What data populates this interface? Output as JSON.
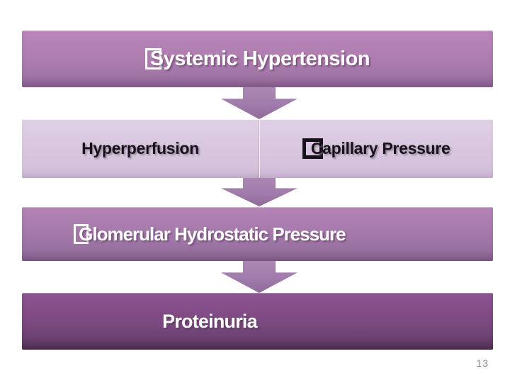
{
  "slide": {
    "type": "presentation-slide",
    "background_color": "#ffffff",
    "page_number": "13"
  },
  "flowchart": {
    "connector": "down-arrow",
    "boxes": [
      {
        "label": "Systemic Hypertension",
        "missing_glyph_prefix": true,
        "style": "medium-purple",
        "text_color": "#ffffff"
      },
      {
        "style": "light-lavender",
        "text_color": "#17121a",
        "items": [
          {
            "label": "Hyperperfusion",
            "missing_glyph_prefix": false
          },
          {
            "label": "Capillary Pressure",
            "missing_glyph_prefix": true
          }
        ]
      },
      {
        "label": "Glomerular Hydrostatic Pressure",
        "missing_glyph_prefix": true,
        "style": "medium-purple",
        "text_color": "#ffffff"
      },
      {
        "label": "Proteinuria",
        "missing_glyph_prefix": false,
        "style": "dark-purple",
        "text_color": "#ffffff"
      }
    ],
    "colors": {
      "box_medium_top": "#bb86bb",
      "box_medium_bottom": "#95709f",
      "box_light_top": "#e0d0e5",
      "box_light_bottom": "#d2bed9",
      "box_dark_top": "#8e5494",
      "box_dark_bottom": "#5f3d62",
      "arrow": "#a47dac",
      "page_number": "#8b8b8b"
    }
  }
}
